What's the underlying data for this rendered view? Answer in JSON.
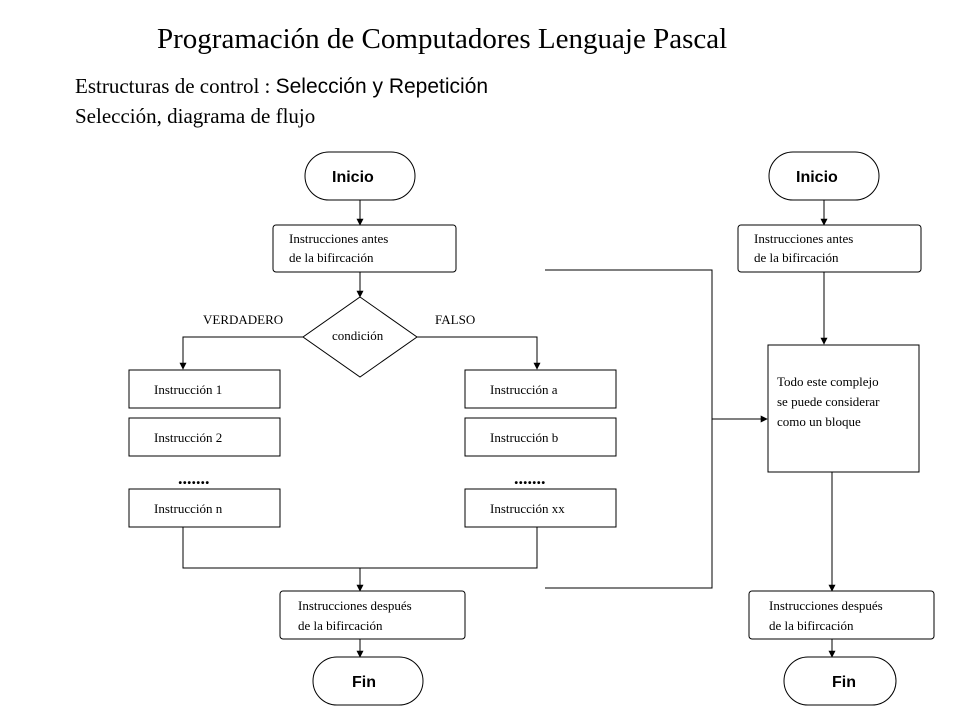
{
  "header": {
    "title": "Programación de Computadores Lenguaje Pascal",
    "subtitle1_prefix": "Estructuras de control : ",
    "subtitle1_suffix": "Selección y Repetición",
    "subtitle2": "Selección, diagrama de flujo"
  },
  "left_diagram": {
    "start": "Inicio",
    "before_line1": "Instrucciones antes",
    "before_line2": "de la bifircación",
    "condition": "condición",
    "true_label": "VERDADERO",
    "false_label": "FALSO",
    "true_branch": [
      "Instrucción 1",
      "Instrucción 2",
      "Instrucción n"
    ],
    "false_branch": [
      "Instrucción a",
      "Instrucción b",
      "Instrucción xx"
    ],
    "ellipsis": ".......",
    "after_line1": "Instrucciones después",
    "after_line2": "de la bifircación",
    "end": "Fin"
  },
  "right_diagram": {
    "start": "Inicio",
    "before_line1": "Instrucciones antes",
    "before_line2": "de la bifircación",
    "block_line1": "Todo este complejo",
    "block_line2": "se puede considerar",
    "block_line3": "como un bloque",
    "after_line1": "Instrucciones después",
    "after_line2": "de la bifircación",
    "end": "Fin"
  },
  "colors": {
    "ink": "#000000",
    "background": "#ffffff"
  }
}
